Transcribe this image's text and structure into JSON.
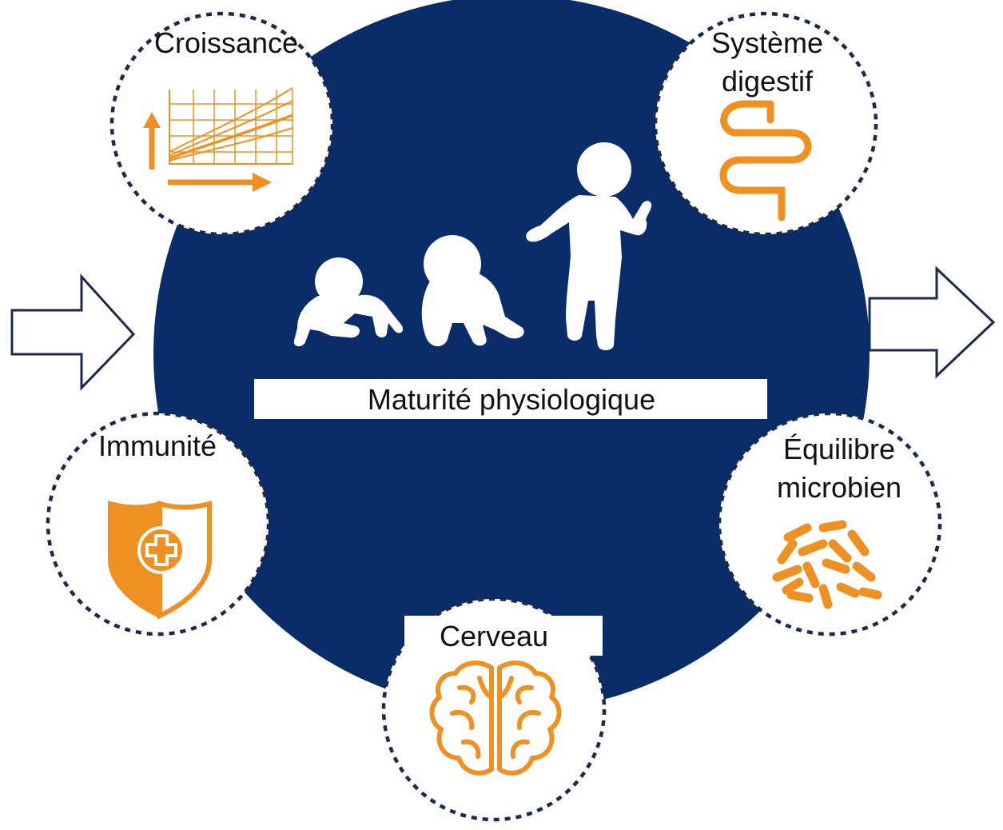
{
  "center": {
    "label": "Maturité physiologique",
    "color": "#0a2d69"
  },
  "accent_color": "#ee9022",
  "nodes": {
    "croissance": {
      "label": "Croissance",
      "icon": "growth-chart-icon"
    },
    "systeme_digestif": {
      "line1": "Système",
      "line2": "digestif",
      "icon": "intestine-icon"
    },
    "immunite": {
      "label": "Immunité",
      "icon": "shield-icon"
    },
    "equilibre_microbien": {
      "line1": "Équilibre",
      "line2": "microbien",
      "icon": "bacteria-icon"
    },
    "cerveau": {
      "label": "Cerveau",
      "icon": "brain-icon"
    }
  },
  "arrows": {
    "left": "arrow-right-icon",
    "right": "arrow-right-icon"
  },
  "illustration": "baby-development-icon"
}
